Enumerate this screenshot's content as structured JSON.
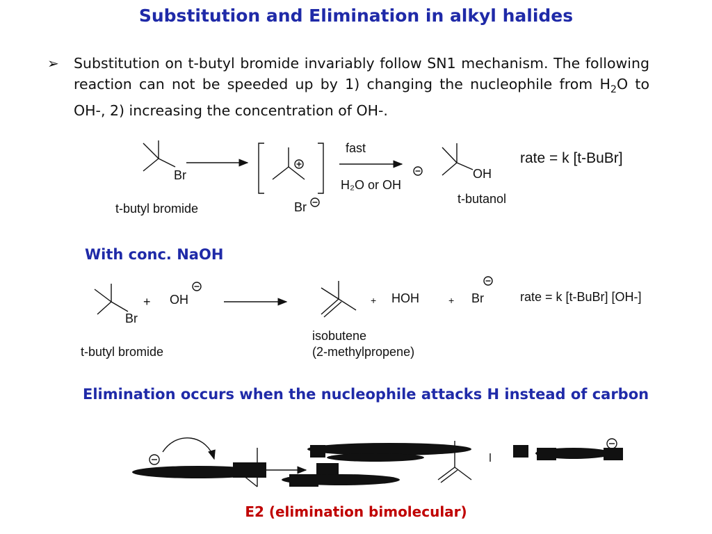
{
  "title": "Substitution and Elimination in alkyl halides",
  "bullet": {
    "text1": "Substitution on t-butyl bromide invariably follow SN1 mechanism.  The following reaction can not be speeded up by 1) changing the  nucleophile from H",
    "sub": "2",
    "text2": "O to OH-, 2) increasing the concentration of OH-."
  },
  "sn1": {
    "br": "Br",
    "fast": "fast",
    "reagent": "H₂O or OH",
    "br_anion": "Br",
    "oh": "OH",
    "rate": "rate = k [t-BuBr]",
    "label_reactant": "t-butyl bromide",
    "label_product": "t-butanol"
  },
  "naoh": {
    "heading": "With conc. NaOH",
    "br": "Br",
    "plus1": "+",
    "oh": "OH",
    "plus2": "+",
    "hoh": "HOH",
    "plus3": "+",
    "br_ion": "Br",
    "rate": "rate = k [t-BuBr] [OH-]",
    "label_reactant": "t-butyl bromide",
    "label_product_1": "isobutene",
    "label_product_2": "(2-methylpropene)"
  },
  "elimination": {
    "heading": "Elimination occurs when the nucleophile attacks H instead of carbon",
    "caption": "E2 (elimination bimolecular)"
  }
}
